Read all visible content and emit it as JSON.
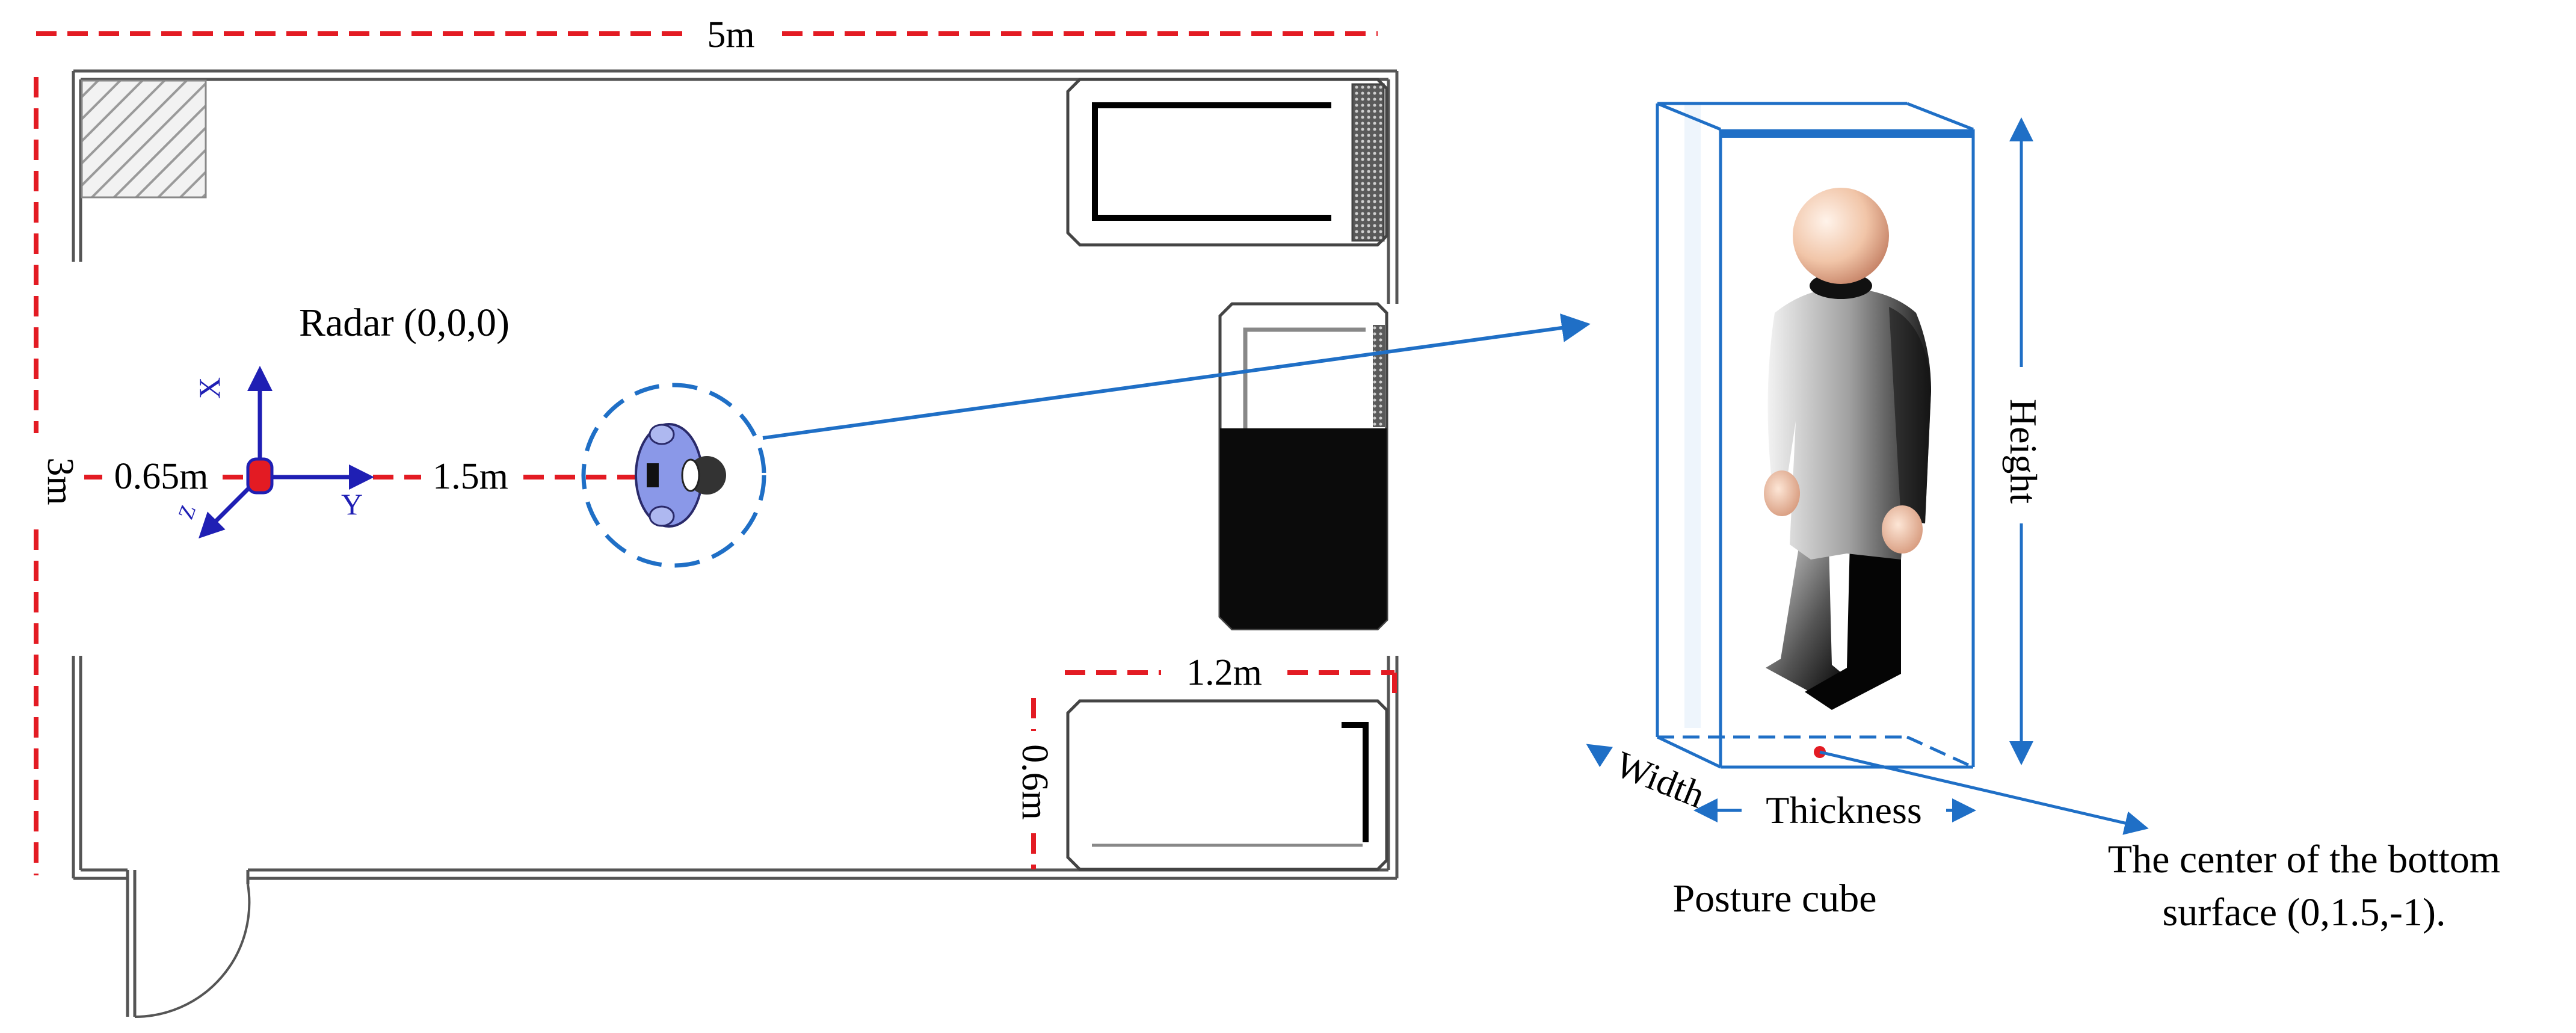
{
  "labels": {
    "room_length": "5m",
    "room_width": "3m",
    "radar": "Radar (0,0,0)",
    "axis_x": "X",
    "axis_y": "Y",
    "axis_z": "Z",
    "dist_wall": "0.65m",
    "dist_person": "1.5m",
    "bed_length": "1.2m",
    "bed_width": "0.6m",
    "cube_height": "Height",
    "cube_width": "Width",
    "cube_thickness": "Thickness",
    "cube_title": "Posture cube",
    "center_line1": "The center of the bottom",
    "center_line2": "surface (0,1.5,-1)."
  },
  "colors": {
    "dimension": "#e31b23",
    "axis": "#1f1fb4",
    "cube": "#1f6fc6",
    "radar": "#e31b23",
    "person_top": "#8a98e8"
  }
}
